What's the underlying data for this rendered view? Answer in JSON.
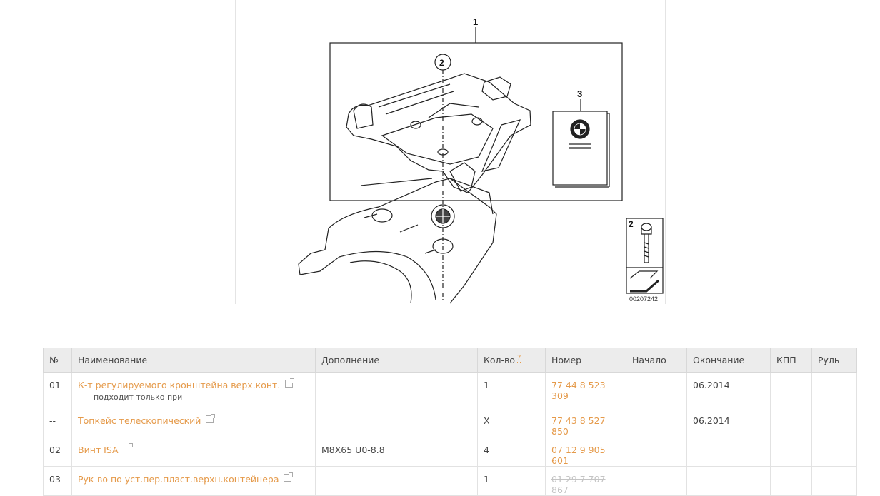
{
  "diagram": {
    "callout_1": "1",
    "callout_2": "2",
    "callout_3": "3",
    "inset_label": "2",
    "image_number": "00207242",
    "logo_text": "BMW"
  },
  "table": {
    "headers": [
      "№",
      "Наименование",
      "Дополнение",
      "Кол-во",
      "Номер",
      "Начало",
      "Окончание",
      "КПП",
      "Руль"
    ],
    "qty_hint": "?",
    "rows": [
      {
        "no": "01",
        "name": "К-т регулируемого кронштейна верх.конт.",
        "note": "подходит только при",
        "extra": "",
        "qty": "1",
        "number": "77 44 8 523 309",
        "start": "",
        "end": "06.2014",
        "gearbox": "",
        "steering": ""
      },
      {
        "no": "--",
        "name": "Топкейс телескопический",
        "extra": "",
        "qty": "X",
        "number": "77 43 8 527 850",
        "start": "",
        "end": "06.2014",
        "gearbox": "",
        "steering": ""
      },
      {
        "no": "02",
        "name": "Винт ISA",
        "extra": "M8X65 U0-8.8",
        "qty": "4",
        "number": "07 12 9 905 601",
        "start": "",
        "end": "",
        "gearbox": "",
        "steering": ""
      },
      {
        "no": "03",
        "name": "Рук-во по уст.пер.пласт.верхн.контейнера",
        "extra": "",
        "qty": "1",
        "number": "01 29 7 707 867",
        "number_discontinued": true,
        "start": "",
        "end": "",
        "gearbox": "",
        "steering": ""
      }
    ]
  },
  "colors": {
    "link": "#e59a4a",
    "header_bg": "#ececec",
    "discontinued": "#c4c4c4"
  }
}
